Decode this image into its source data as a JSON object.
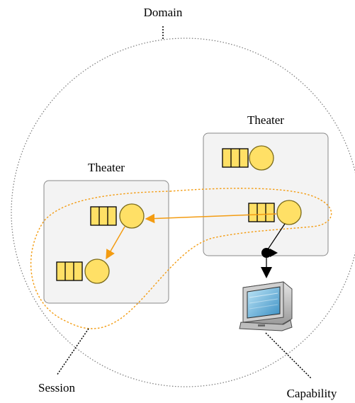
{
  "labels": {
    "domain": "Domain",
    "theater_left": "Theater",
    "theater_right": "Theater",
    "session": "Session",
    "capability": "Capability"
  },
  "colors": {
    "theater_fill": "#f3f3f3",
    "theater_border": "#8a8a8a",
    "actor_fill": "#ffe066",
    "actor_border": "#7a6a1a",
    "message_arrow": "#f39c12",
    "session_outline": "#f39c12",
    "domain_outline": "#7a7a7a",
    "connector": "#000000"
  },
  "icons": {
    "queue": "message-queue-icon",
    "actor": "actor-circle-icon",
    "monitor": "computer-monitor-icon"
  }
}
